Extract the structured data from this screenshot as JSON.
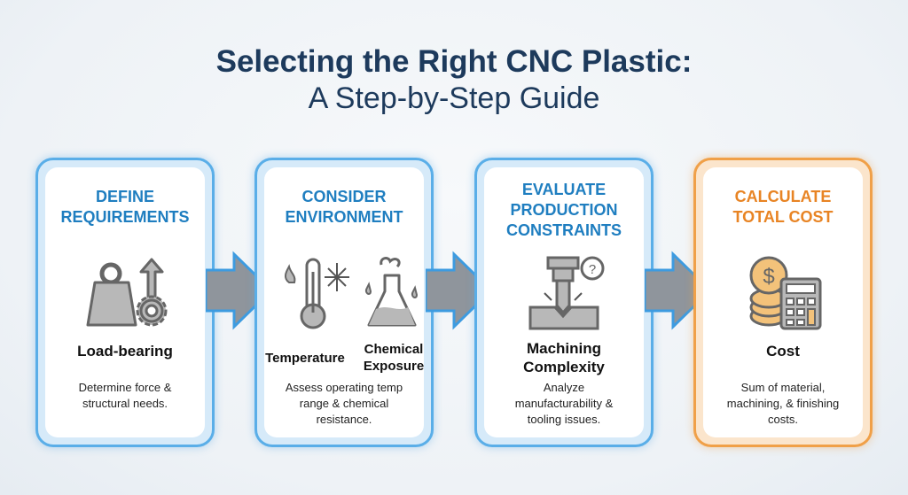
{
  "title": {
    "line1": "Selecting the Right CNC Plastic:",
    "line2": "A Step-by-Step Guide"
  },
  "steps": [
    {
      "heading": [
        "DEFINE",
        "REQUIREMENTS"
      ],
      "labels": [
        "Load-bearing"
      ],
      "description": [
        "Determine force &",
        "structural needs."
      ],
      "icon": "weight-gear-icon",
      "color": "#1f7ec0"
    },
    {
      "heading": [
        "CONSIDER",
        "ENVIRONMENT"
      ],
      "labels": [
        "Temperature",
        "Chemical",
        "Exposure"
      ],
      "description": [
        "Assess operating temp",
        "range & chemical",
        "resistance."
      ],
      "icon": "thermometer-flask-icon",
      "color": "#1f7ec0"
    },
    {
      "heading": [
        "EVALUATE",
        "PRODUCTION",
        "CONSTRAINTS"
      ],
      "labels": [
        "Machining",
        "Complexity"
      ],
      "description": [
        "Analyze",
        "manufacturability &",
        "tooling issues."
      ],
      "icon": "cnc-drill-icon",
      "color": "#1f7ec0"
    },
    {
      "heading": [
        "CALCULATE",
        "TOTAL COST"
      ],
      "labels": [
        "Cost"
      ],
      "description": [
        "Sum of material,",
        "machining, & finishing",
        "costs."
      ],
      "icon": "coins-calculator-icon",
      "color": "#e88424"
    }
  ]
}
